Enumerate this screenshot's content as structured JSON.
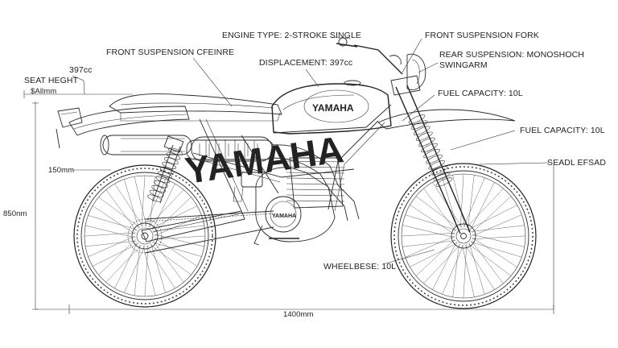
{
  "labels": {
    "engine_type": "ENGINE TYPE: 2-STROKE SINGLE",
    "front_suspension_fork": "FRONT SUSPENSION FORK",
    "front_suspension_left": "FRONT SUSPENSION  CFEINRE",
    "rear_suspension_line1": "REAR SUSPENSION: MONOSHOCH",
    "rear_suspension_line2": "SWINGARM",
    "displacement": "DISPLACEMENT: 397cc",
    "cc_value": "397cc",
    "seat_height": "SEAT HEGHT",
    "seat_height_value": "$Allmm",
    "fuel_capacity_upper": "FUEL CAPACITY: 10L",
    "fuel_capacity_lower": "FUEL CAPACITY: 10L",
    "seal": "SEADL ЕFSAD",
    "dim_150": "150mm",
    "dim_850": "850nm",
    "wheelbase": "WHEELBESE: 10L",
    "length": "1400mm"
  },
  "tank_brand": "YAMAHA",
  "engine_brand": "YAMAHA",
  "watermark": "YAMAHA"
}
